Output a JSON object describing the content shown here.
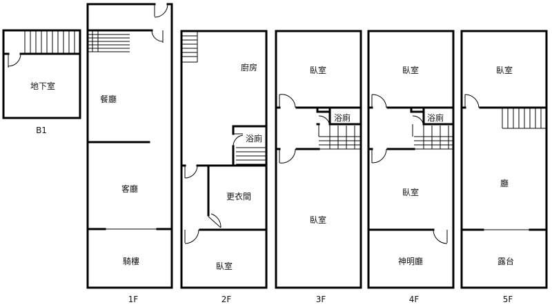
{
  "floors": [
    {
      "id": "b1",
      "label": "B1",
      "rooms": [
        "地下室"
      ]
    },
    {
      "id": "1f",
      "label": "1F",
      "rooms": [
        "餐廳",
        "客廳",
        "騎樓"
      ]
    },
    {
      "id": "2f",
      "label": "2F",
      "rooms": [
        "廚房",
        "浴廁",
        "更衣間",
        "臥室"
      ]
    },
    {
      "id": "3f",
      "label": "3F",
      "rooms": [
        "臥室",
        "浴廁",
        "臥室"
      ]
    },
    {
      "id": "4f",
      "label": "4F",
      "rooms": [
        "臥室",
        "浴廁",
        "臥室",
        "神明廳"
      ]
    },
    {
      "id": "5f",
      "label": "5F",
      "rooms": [
        "臥室",
        "廳",
        "露台"
      ]
    }
  ]
}
